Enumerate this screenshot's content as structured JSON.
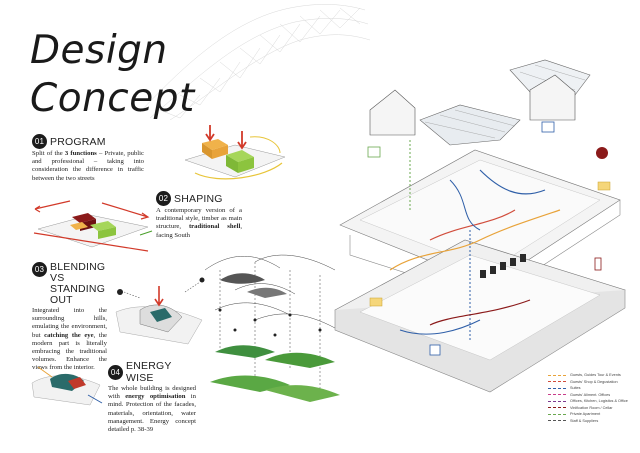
{
  "title": {
    "line1": "Design",
    "line2": "Concept"
  },
  "sections": [
    {
      "number": "01",
      "heading": "PROGRAM",
      "text_before": "Split of the ",
      "bold1": "3 functions",
      "text_after": " – Private, public and professional – taking into consideration the difference in traffic between the two streets"
    },
    {
      "number": "02",
      "heading": "SHAPING",
      "text_before": "A contemporary version of a traditional style, timber as main structure, ",
      "bold1": "traditional shell",
      "text_after": ", facing South"
    },
    {
      "number": "03",
      "heading_line1": "BLENDING VS",
      "heading_line2": "STANDING OUT",
      "text_before": "Integrated into the surrounding hills, emulating the environment, but ",
      "bold1": "catching the eye",
      "text_after": ", the modern part is literally embracing the traditional volumes. Enhance the views from the interior."
    },
    {
      "number": "04",
      "heading": "ENERGY WISE",
      "text_before": "The whole building is designed with ",
      "bold1": "energy optimisation",
      "text_after": " in mind. Protection of the facades, materials, orientation, water management. Energy concept detailed p. 38-39"
    }
  ],
  "legend": [
    {
      "label": "Guests, Guides Tour & Events",
      "color": "#e8a33a"
    },
    {
      "label": "Guests' Shop & Degustation",
      "color": "#d14d3c"
    },
    {
      "label": "Suites",
      "color": "#2f5fa8"
    },
    {
      "label": "Guests' Aliment. Offices",
      "color": "#c93c8a"
    },
    {
      "label": "Offices, Kitchen, Logistics & Office",
      "color": "#7b3a8f"
    },
    {
      "label": "Vinification Room / Cellar",
      "color": "#8b1a1a"
    },
    {
      "label": "Private Apartment",
      "color": "#6aa84f"
    },
    {
      "label": "Staff & Suppliers",
      "color": "#555555"
    }
  ],
  "colors": {
    "orange": "#e8a33a",
    "green": "#8cc43e",
    "red": "#d23a2a",
    "darkred": "#8b1a1a",
    "blue": "#2f5fa8",
    "grey": "#9a9a9a"
  }
}
